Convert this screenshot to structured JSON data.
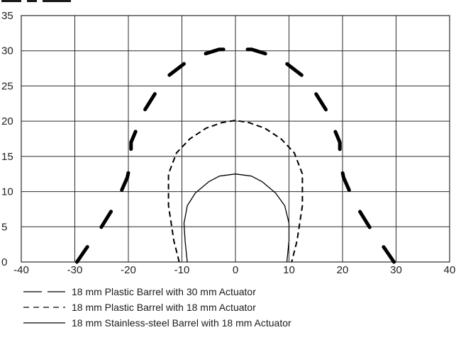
{
  "chart_data": {
    "type": "line",
    "xlim": [
      -40,
      40
    ],
    "ylim": [
      0,
      35
    ],
    "x_ticks": [
      "-40",
      "-30",
      "-20",
      "-10",
      "0",
      "10",
      "20",
      "30",
      "40"
    ],
    "y_ticks": [
      "0",
      "5",
      "10",
      "15",
      "20",
      "25",
      "30",
      "35"
    ],
    "grid": true,
    "legend_placement": "bottom-left",
    "series": [
      {
        "name": "18 mm Plastic Barrel with 30 mm Actuator",
        "style": "long-dash",
        "color": "#000000",
        "points": [
          [
            -29.6,
            0.0
          ],
          [
            -27.9,
            1.9
          ],
          [
            -25.5,
            4.4
          ],
          [
            -22.4,
            8.2
          ],
          [
            -20.2,
            12.0
          ],
          [
            -19.5,
            14.5
          ],
          [
            -19.5,
            17.0
          ],
          [
            -17.0,
            21.5
          ],
          [
            -13.3,
            26.0
          ],
          [
            -9.0,
            28.5
          ],
          [
            -6.0,
            29.5
          ],
          [
            -3.0,
            30.2
          ],
          [
            3.0,
            30.2
          ],
          [
            6.0,
            29.5
          ],
          [
            9.0,
            28.5
          ],
          [
            13.3,
            26.0
          ],
          [
            17.0,
            21.5
          ],
          [
            19.5,
            17.0
          ],
          [
            19.5,
            14.5
          ],
          [
            20.2,
            12.0
          ],
          [
            22.4,
            8.2
          ],
          [
            25.5,
            4.4
          ],
          [
            27.9,
            1.9
          ],
          [
            29.6,
            0.0
          ]
        ]
      },
      {
        "name": "18 mm Plastic Barrel with 18 mm Actuator",
        "style": "short-dash",
        "color": "#000000",
        "points": [
          [
            -10.5,
            0.0
          ],
          [
            -11.5,
            3.0
          ],
          [
            -12.5,
            8.0
          ],
          [
            -12.5,
            12.5
          ],
          [
            -11.0,
            15.5
          ],
          [
            -8.5,
            17.5
          ],
          [
            -5.5,
            19.0
          ],
          [
            -2.5,
            19.8
          ],
          [
            0.0,
            20.1
          ],
          [
            2.5,
            19.8
          ],
          [
            5.5,
            19.0
          ],
          [
            8.5,
            17.5
          ],
          [
            11.0,
            15.5
          ],
          [
            12.5,
            12.5
          ],
          [
            12.5,
            8.0
          ],
          [
            11.5,
            3.0
          ],
          [
            10.5,
            0.0
          ]
        ]
      },
      {
        "name": "18 mm Stainless-steel Barrel with 18 mm Actuator",
        "style": "solid",
        "color": "#000000",
        "points": [
          [
            -9.0,
            0.0
          ],
          [
            -9.4,
            3.0
          ],
          [
            -9.6,
            5.5
          ],
          [
            -9.0,
            8.0
          ],
          [
            -7.5,
            9.8
          ],
          [
            -5.0,
            11.4
          ],
          [
            -3.0,
            12.2
          ],
          [
            0.0,
            12.5
          ],
          [
            3.0,
            12.2
          ],
          [
            5.0,
            11.4
          ],
          [
            7.5,
            9.8
          ],
          [
            9.2,
            8.0
          ],
          [
            10.0,
            5.5
          ],
          [
            10.0,
            3.0
          ],
          [
            9.6,
            0.0
          ]
        ]
      }
    ]
  }
}
